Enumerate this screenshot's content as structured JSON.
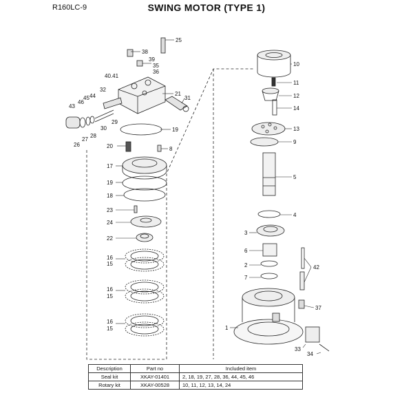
{
  "header": {
    "model": "R160LC-9",
    "title": "SWING MOTOR (TYPE 1)"
  },
  "callouts_left": [
    "25",
    "38",
    "39",
    "35",
    "36",
    "40.41",
    "32",
    "21",
    "31",
    "43",
    "46",
    "45",
    "44",
    "29",
    "30",
    "26",
    "27",
    "28",
    "19",
    "20",
    "8",
    "17",
    "19",
    "18",
    "23",
    "24",
    "22",
    "16",
    "15",
    "16",
    "15",
    "16",
    "15"
  ],
  "callouts_right": [
    "10",
    "11",
    "12",
    "14",
    "13",
    "9",
    "5",
    "4",
    "3",
    "6",
    "2",
    "7",
    "42",
    "37",
    "1",
    "33",
    "34"
  ],
  "table": {
    "headers": [
      "Description",
      "Part no",
      "Included item"
    ],
    "rows": [
      [
        "Seal kit",
        "XKAY-01401",
        "2, 18, 19, 27, 28, 36, 44, 45, 46"
      ],
      [
        "Rotary kit",
        "XKAY-00528",
        "10, 11, 12, 13, 14, 24"
      ]
    ]
  }
}
